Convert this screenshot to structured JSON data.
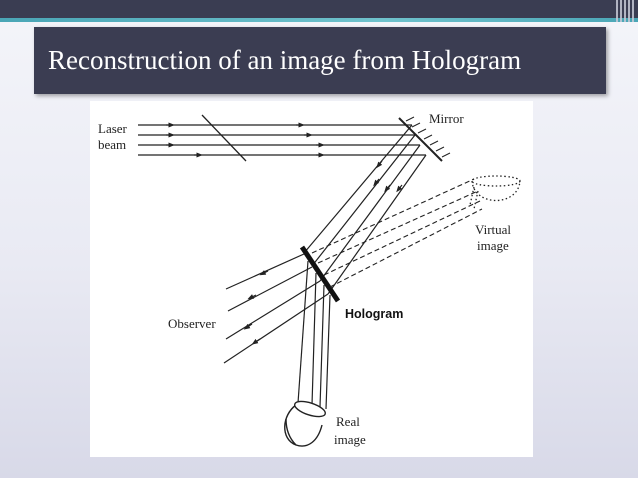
{
  "slide": {
    "title": "Reconstruction of an image from Hologram"
  },
  "diagram": {
    "labels": {
      "laser_line1": "Laser",
      "laser_line2": "beam",
      "mirror": "Mirror",
      "virtual_line1": "Virtual",
      "virtual_line2": "image",
      "hologram": "Hologram",
      "observer": "Observer",
      "real_line1": "Real",
      "real_line2": "image"
    }
  },
  "colors": {
    "title_background": "#3b3d52",
    "title_text": "#ffffff",
    "top_band": "#3a3d52",
    "accent": "#4aa6b6",
    "diagram_ink": "#222222"
  }
}
